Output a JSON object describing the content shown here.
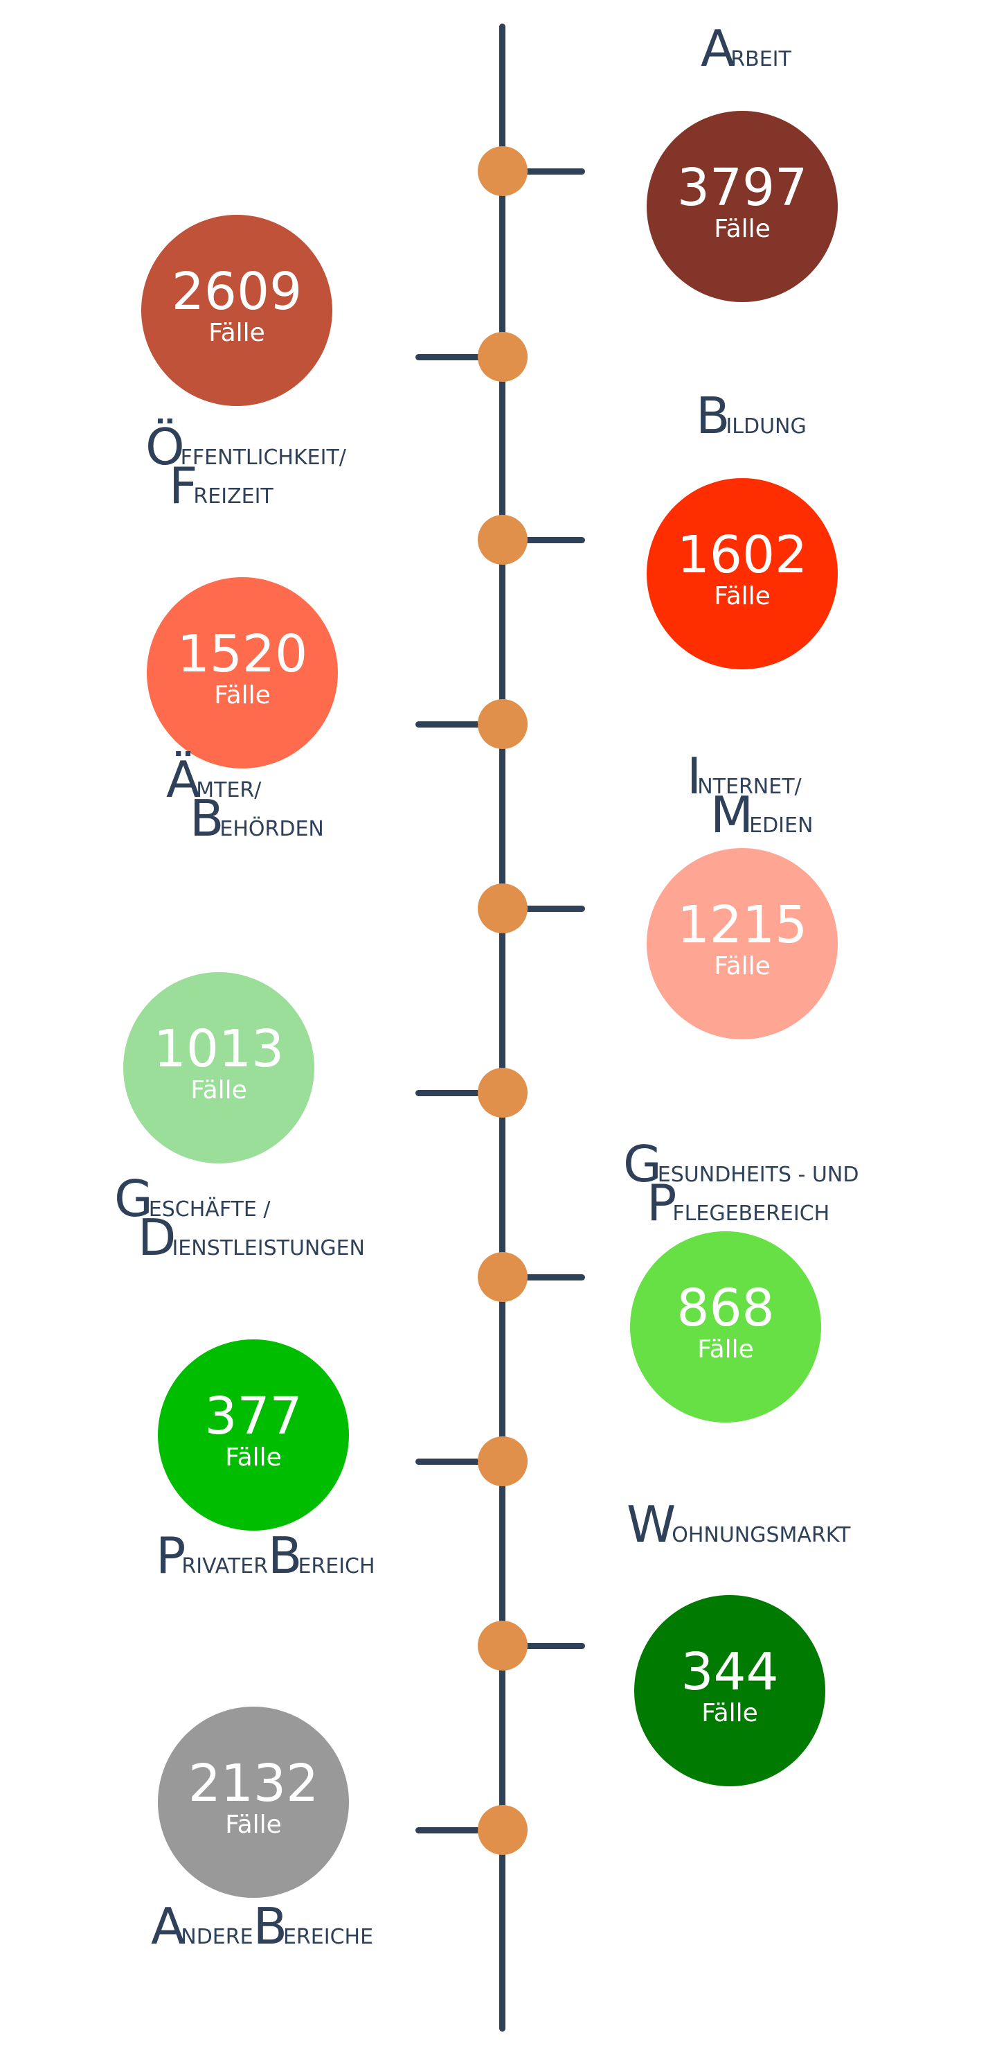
{
  "unit_label": "Fälle",
  "colors": {
    "line": "#2f4059",
    "dot": "#e0904a",
    "text": "#2f4059"
  },
  "categories": [
    {
      "label": [
        {
          "initial": "A",
          "rest": "RBEIT"
        }
      ],
      "value": "3797",
      "color": "#823528",
      "side": "right"
    },
    {
      "label": [
        {
          "initial": "Ö",
          "rest": "FFENTLICHKEIT/"
        },
        {
          "initial": "F",
          "rest": "REIZEIT"
        }
      ],
      "value": "2609",
      "color": "#bf5239",
      "side": "left"
    },
    {
      "label": [
        {
          "initial": "B",
          "rest": "ILDUNG"
        }
      ],
      "value": "1602",
      "color": "#ff2e00",
      "side": "right"
    },
    {
      "label": [
        {
          "initial": "Ä",
          "rest": "MTER/"
        },
        {
          "initial": "B",
          "rest": "EHÖRDEN"
        }
      ],
      "value": "1520",
      "color": "#ff6b4d",
      "side": "left"
    },
    {
      "label": [
        {
          "initial": "I",
          "rest": "NTERNET/"
        },
        {
          "initial": "M",
          "rest": "EDIEN"
        }
      ],
      "value": "1215",
      "color": "#ffa594",
      "side": "right"
    },
    {
      "label": [
        {
          "initial": "G",
          "rest": "ESCHÄFTE /"
        },
        {
          "initial": "D",
          "rest": "IENSTLEISTUNGEN"
        }
      ],
      "value": "1013",
      "color": "#9bde99",
      "side": "left"
    },
    {
      "label": [
        {
          "initial": "G",
          "rest": "ESUNDHEITS - UND"
        },
        {
          "initial": "P",
          "rest": "FLEGEBEREICH"
        }
      ],
      "value": "868",
      "color": "#66e045",
      "side": "right"
    },
    {
      "label": [
        {
          "initial": "P",
          "rest": "RIVATER"
        },
        {
          "initial": "B",
          "rest": "EREICH"
        }
      ],
      "value": "377",
      "color": "#00bd00",
      "side": "left",
      "inline": true
    },
    {
      "label": [
        {
          "initial": "W",
          "rest": "OHNUNGSMARKT"
        }
      ],
      "value": "344",
      "color": "#007a00",
      "side": "right"
    },
    {
      "label": [
        {
          "initial": "A",
          "rest": "NDERE"
        },
        {
          "initial": "B",
          "rest": "EREICHE"
        }
      ],
      "value": "2132",
      "color": "#999999",
      "side": "left",
      "inline": true
    }
  ]
}
